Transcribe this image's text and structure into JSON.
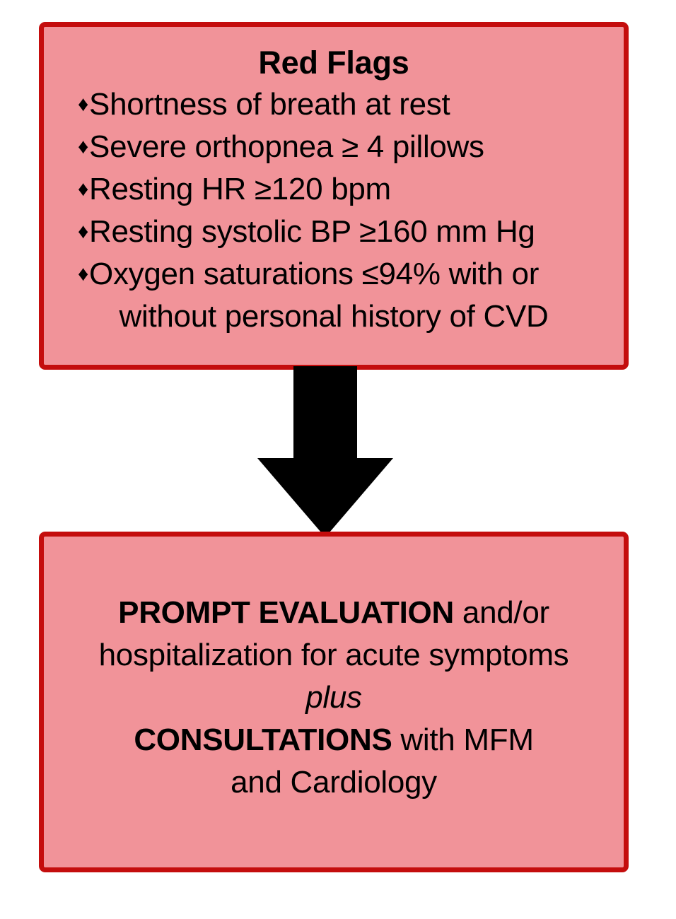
{
  "diagram": {
    "type": "flowchart",
    "orientation": "vertical",
    "colors": {
      "box_fill": "#F19399",
      "box_border": "#C40D0D",
      "arrow": "#000000",
      "text": "#000000",
      "background": "#FFFFFF"
    },
    "nodes": [
      {
        "id": "red-flags",
        "title": "Red Flags",
        "bullet_glyph": "♦",
        "bullets": [
          {
            "line1": "Shortness of breath at rest",
            "line2": ""
          },
          {
            "line1": "Severe orthopnea ≥ 4 pillows",
            "line2": ""
          },
          {
            "line1": "Resting HR ≥120 bpm",
            "line2": ""
          },
          {
            "line1": "Resting systolic BP ≥160 mm Hg",
            "line2": ""
          },
          {
            "line1": "Oxygen saturations ≤94% with or",
            "line2": "without personal history of CVD"
          }
        ]
      },
      {
        "id": "action",
        "lines": [
          {
            "segments": [
              {
                "text": "PROMPT EVALUATION",
                "style": "bold"
              },
              {
                "text": " and/or",
                "style": "normal"
              }
            ]
          },
          {
            "segments": [
              {
                "text": "hospitalization for acute symptoms",
                "style": "normal"
              }
            ]
          },
          {
            "segments": [
              {
                "text": "plus",
                "style": "italic"
              }
            ]
          },
          {
            "segments": [
              {
                "text": "CONSULTATIONS",
                "style": "bold"
              },
              {
                "text": " with MFM",
                "style": "normal"
              }
            ]
          },
          {
            "segments": [
              {
                "text": "and Cardiology",
                "style": "normal"
              }
            ]
          }
        ]
      }
    ],
    "connector": {
      "kind": "down-arrow",
      "from": "red-flags",
      "to": "action"
    }
  }
}
